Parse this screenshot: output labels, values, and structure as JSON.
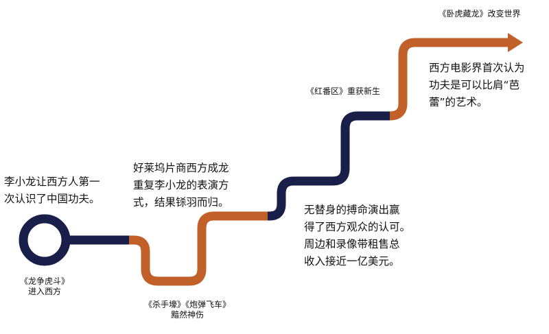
{
  "colors": {
    "navy": "#1a1f4a",
    "orange": "#c2602a",
    "background": "#ffffff",
    "text": "#111111"
  },
  "milestones": [
    {
      "caption": [
        "《龙争虎斗》",
        "进入西方"
      ],
      "note": [
        "李小龙让西方人第一",
        "次认识了中国功夫。"
      ]
    },
    {
      "caption": [
        "《杀手壕》《炮弹飞车》",
        "黯然神伤"
      ],
      "note": [
        "好莱坞片商西方成龙",
        "重复李小龙的表演方",
        "式，结果铩羽而归。"
      ]
    },
    {
      "caption": [
        "《红番区》重获新生"
      ],
      "note": [
        "无替身的搏命演出赢",
        "得了西方观众的认可。",
        "周边和录像带租售总",
        "收入接近一亿美元。"
      ]
    },
    {
      "caption": [
        "《卧虎藏龙》改变世界"
      ],
      "note": [
        "西方电影界首次认为",
        "功夫是可以比肩“芭",
        "蕾”的艺术。"
      ]
    }
  ]
}
